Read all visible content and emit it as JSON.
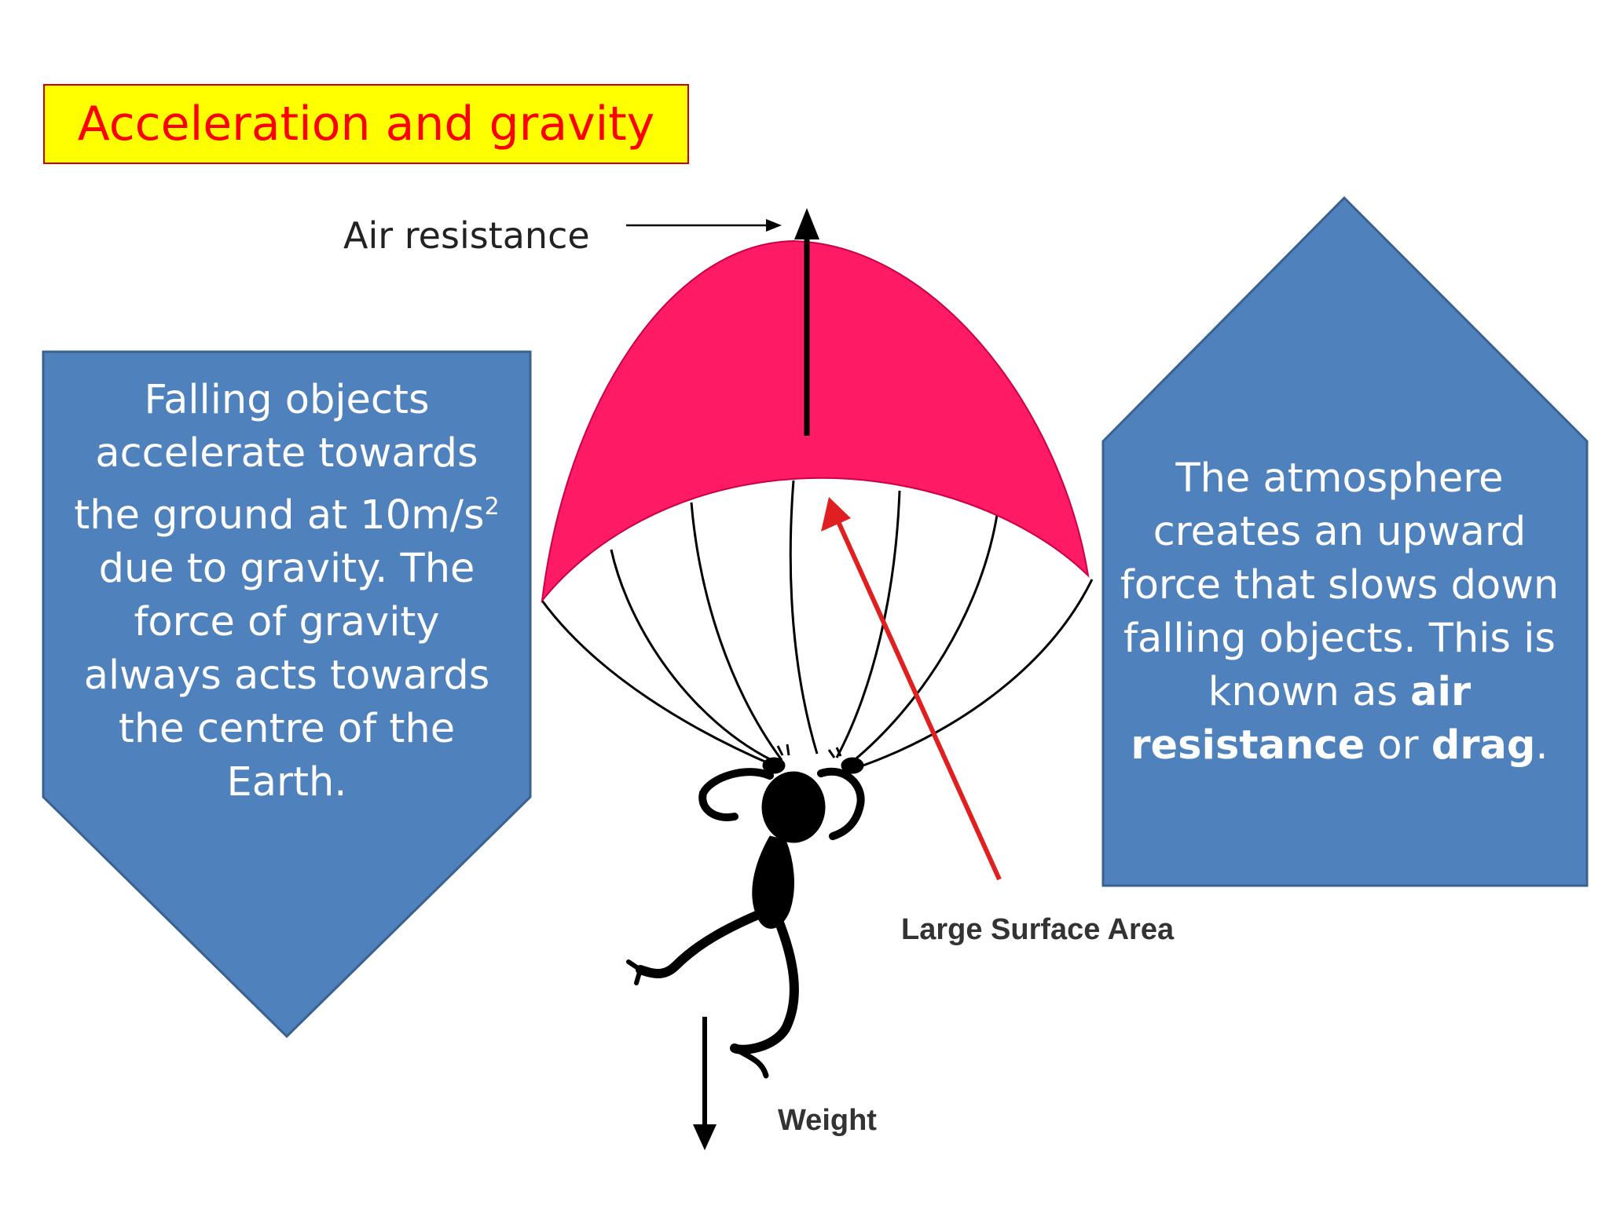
{
  "title": "Acceleration and gravity",
  "left_box": {
    "line1": "Falling objects accelerate towards the ground at 10m/s",
    "superscript": "2",
    "line2": " due to gravity.  The force of gravity always acts towards the centre of the Earth."
  },
  "right_box": {
    "text_before": "The atmosphere creates an upward force that slows down falling objects. This is known as ",
    "bold1": "air resistance",
    "middle": " or ",
    "bold2": "drag",
    "end": "."
  },
  "labels": {
    "air_resistance": "Air resistance",
    "large_surface_area": "Large Surface Area",
    "weight": "Weight"
  },
  "colors": {
    "title_bg": "#ffff00",
    "title_text": "#ff0000",
    "box_fill": "#4f81bd",
    "canopy": "#ff1a66",
    "red_arrow": "#e02020"
  },
  "icons": {
    "parachute": "parachute-figure-icon"
  }
}
